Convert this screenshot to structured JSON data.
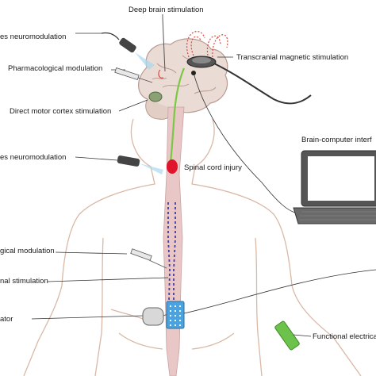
{
  "labels": {
    "deep_brain_stimulation": "Deep brain stimulation",
    "noninvasive_neuromodulation_top": "es neuromodulation",
    "pharmacological_modulation_top": "Pharmacological modulation",
    "direct_motor_cortex_stimulation": "Direct motor cortex stimulation",
    "transcranial_magnetic_stimulation": "Transcranial magnetic stimulation",
    "brain_computer_interface": "Brain-computer interf",
    "noninvasive_neuromodulation_mid": "es neuromodulation",
    "spinal_cord_injury": "Spinal cord injury",
    "pharmacological_modulation_low": "gical modulation",
    "spinal_stimulation": "nal stimulation",
    "stimulator": "ator",
    "functional_electrical_stimulation": "Functional electrica"
  },
  "colors": {
    "skin_outline": "#d9b8a6",
    "brain_fill": "#eadbd5",
    "spinal_cord": "#e9c7c7",
    "injury": "#e0142b",
    "descending_tract": "#7ac943",
    "ascending_tract": "#3b3bc4",
    "stimulation_array": "#4aa3df",
    "fes_electrode": "#6cc24a",
    "tms_field": "#e0453a",
    "leader_line": "#333333"
  },
  "icons": {
    "laptop": "laptop-icon",
    "tms_coil": "tms-coil-icon",
    "syringe": "syringe-icon",
    "laser_probe": "laser-probe-icon",
    "pulse_generator": "pulse-generator-icon"
  }
}
